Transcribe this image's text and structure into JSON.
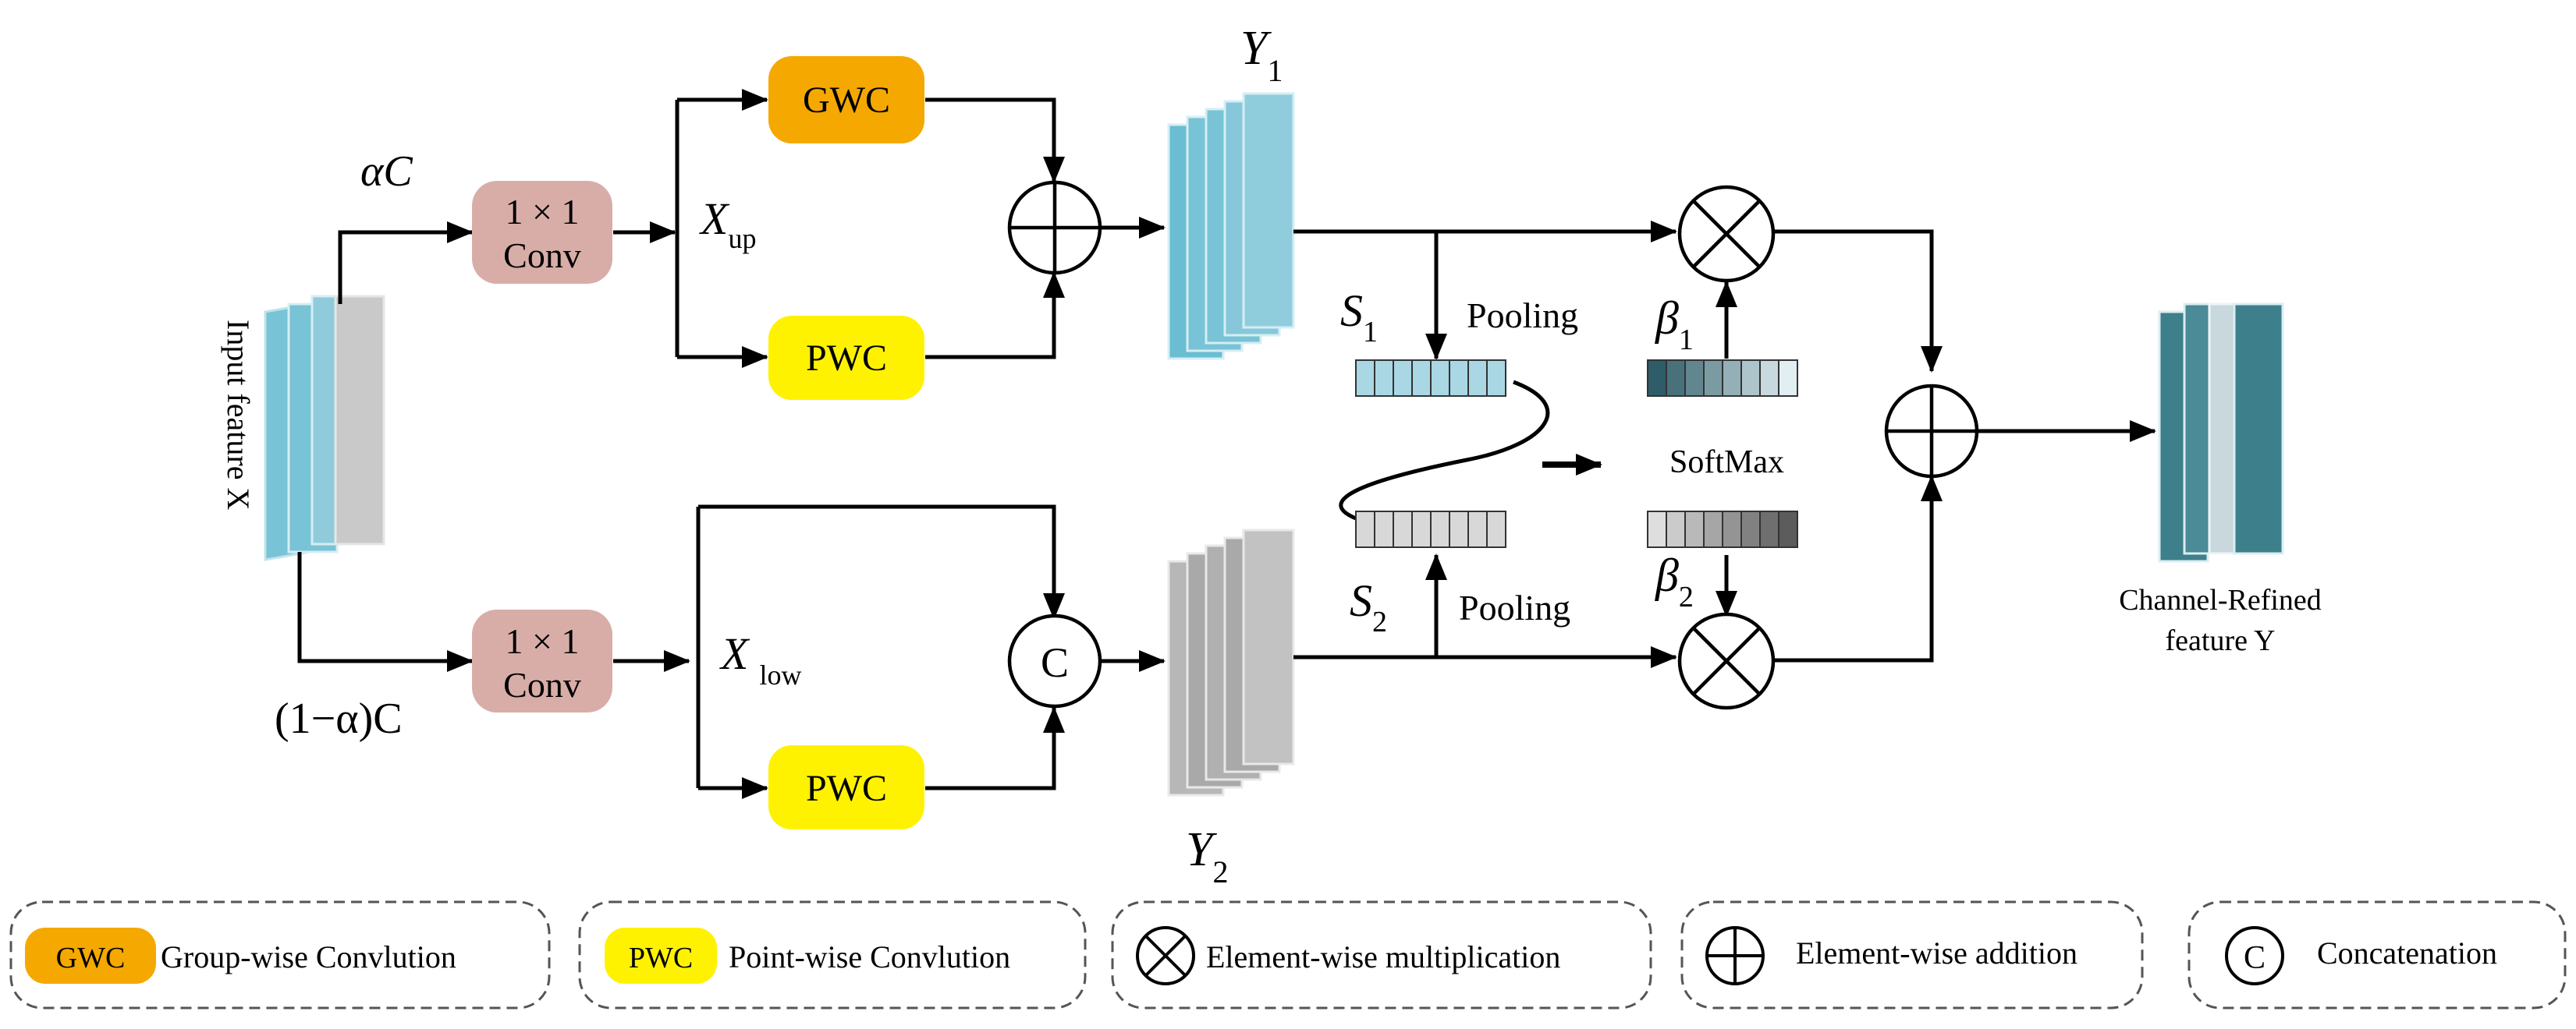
{
  "input": {
    "label": "Input feature X",
    "ratio_up": "αC",
    "ratio_low": "(1−α)C"
  },
  "conv_upper": {
    "line1": "1 × 1",
    "line2": "Conv"
  },
  "conv_lower": {
    "line1": "1 × 1",
    "line2": "Conv"
  },
  "x_up": {
    "main": "X",
    "sub": "up"
  },
  "x_low": {
    "main": "X",
    "sub": "low"
  },
  "gwc": {
    "label": "GWC"
  },
  "pwc_upper": {
    "label": "PWC"
  },
  "pwc_lower": {
    "label": "PWC"
  },
  "concat_symbol": "C",
  "y1": {
    "main": "Y",
    "sub": "1"
  },
  "y2": {
    "main": "Y",
    "sub": "2"
  },
  "s1": {
    "main": "S",
    "sub": "1"
  },
  "s2": {
    "main": "S",
    "sub": "2"
  },
  "beta1": {
    "main": "β",
    "sub": "1"
  },
  "beta2": {
    "main": "β",
    "sub": "2"
  },
  "pooling_upper": "Pooling",
  "pooling_lower": "Pooling",
  "softmax": "SoftMax",
  "output": {
    "line1": "Channel-Refined",
    "line2": "feature Y"
  },
  "legend": {
    "gwc_badge": "GWC",
    "gwc_text": "Group-wise Convlution",
    "pwc_badge": "PWC",
    "pwc_text": "Point-wise Convlution",
    "mult_text": "Element-wise multiplication",
    "add_text": "Element-wise addition",
    "concat_badge": "C",
    "concat_text": "Concatenation"
  },
  "colors": {
    "gwc": "#F5A800",
    "pwc": "#FFF200",
    "conv": "#D8ADA8",
    "blue_feature": "#79C3D6",
    "gray_feature": "#A9A9A9",
    "teal_feature": "#3E7F8C"
  }
}
